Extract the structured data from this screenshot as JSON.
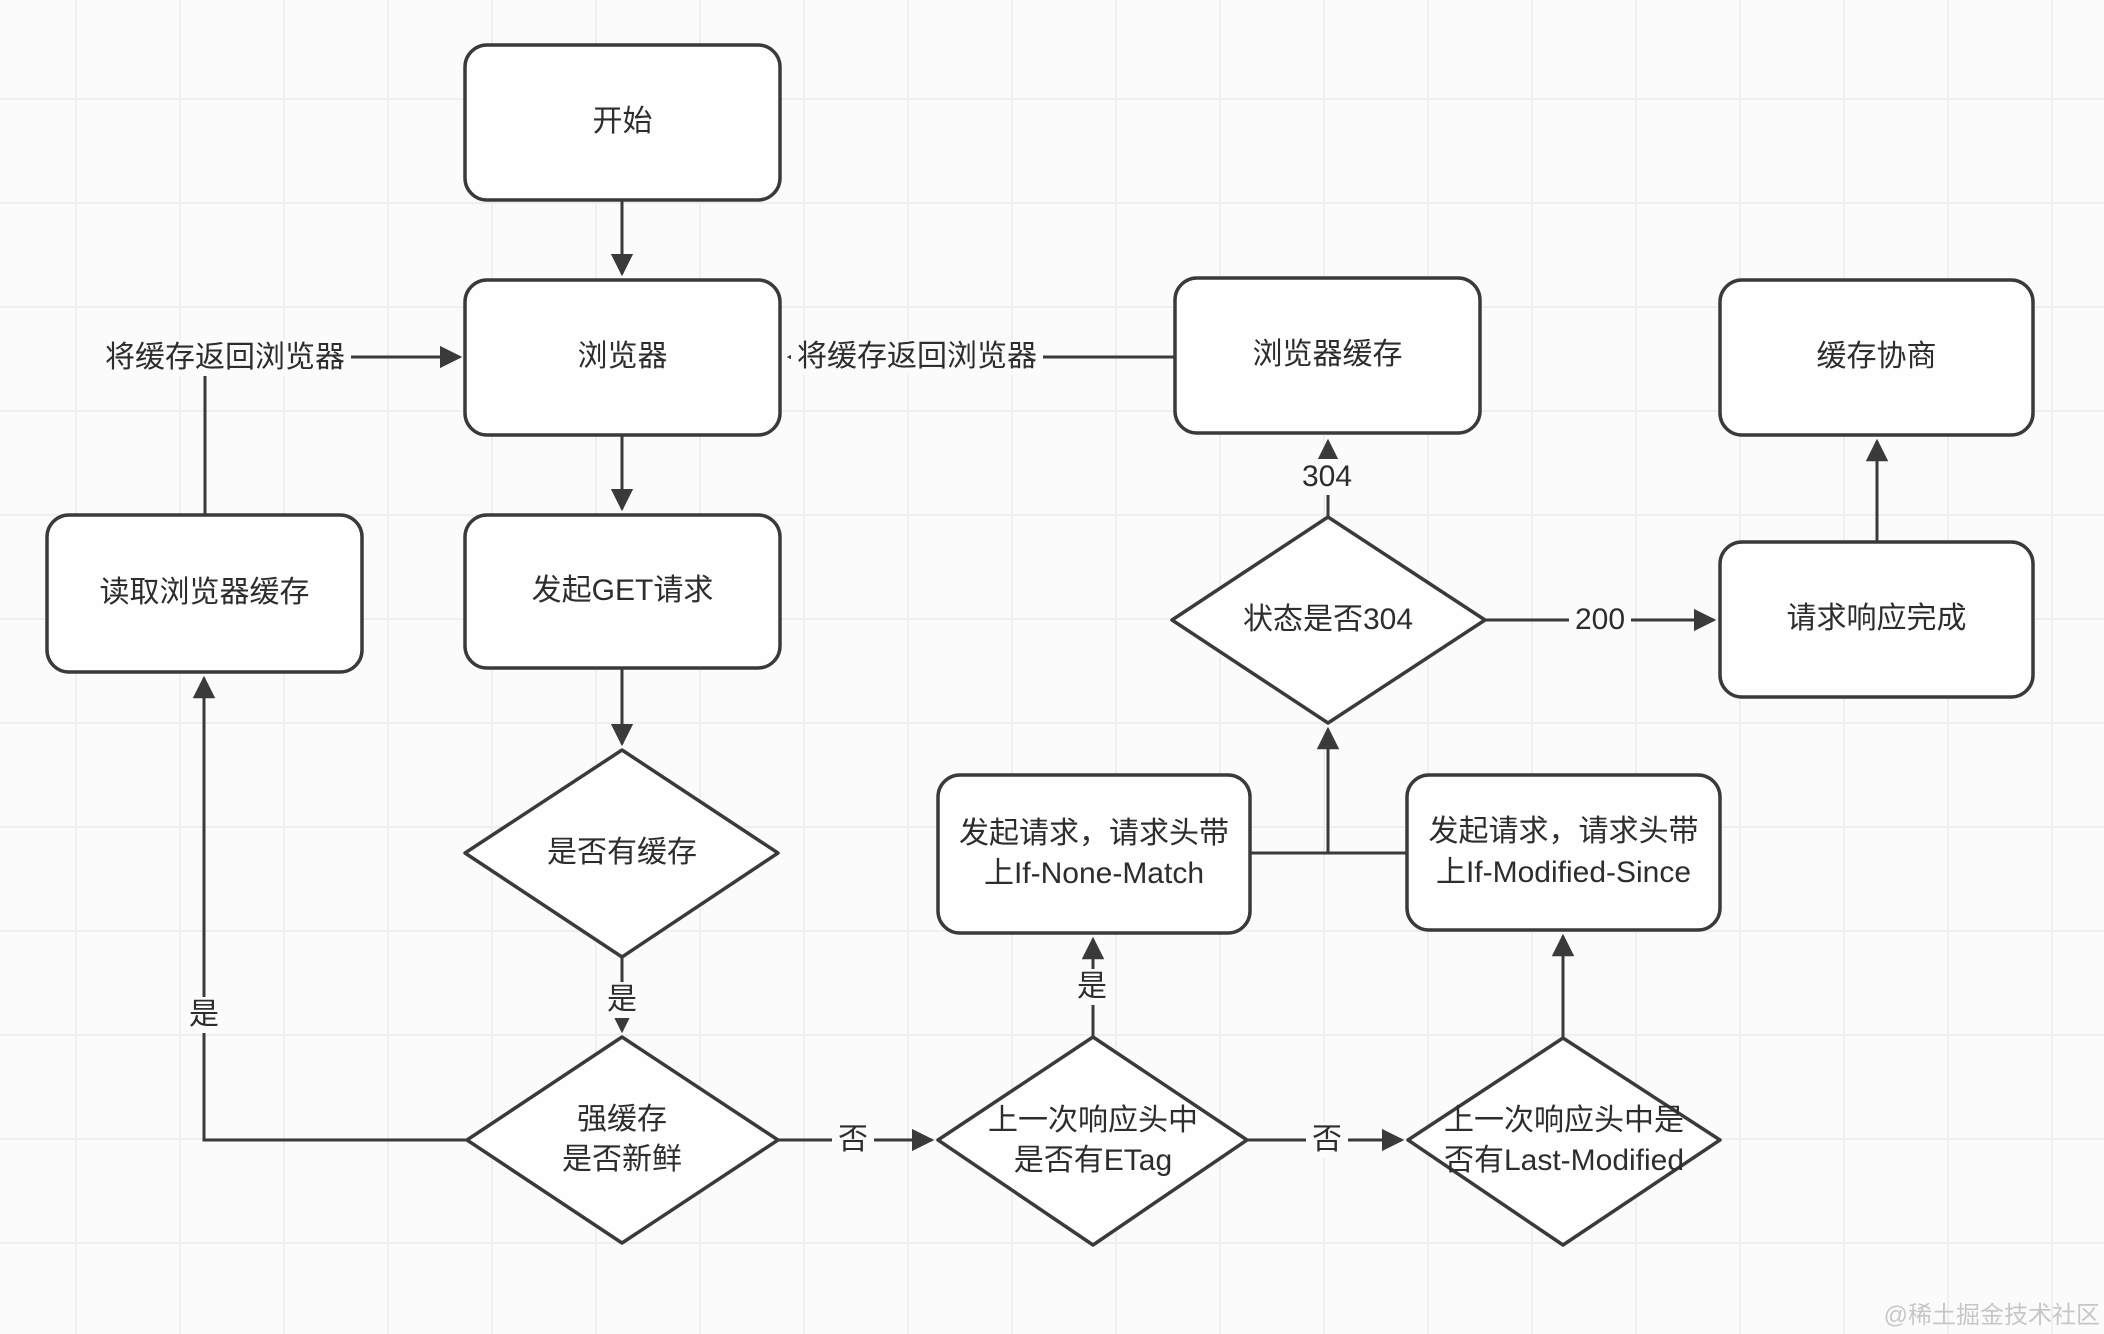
{
  "canvas": {
    "background": "#fbfbfb",
    "grid_color": "#efefef",
    "stroke_color": "#3a3a3a",
    "text_color": "#2d2d2d"
  },
  "nodes": {
    "start": {
      "label": "开始"
    },
    "browser": {
      "label": "浏览器"
    },
    "get_request": {
      "label": "发起GET请求"
    },
    "has_cache": {
      "label": "是否有缓存"
    },
    "read_cache": {
      "label": "读取浏览器缓存"
    },
    "strong_cache": {
      "label": "强缓存\n是否新鲜"
    },
    "browser_cache": {
      "label": "浏览器缓存"
    },
    "status_304": {
      "label": "状态是否304"
    },
    "if_none_match": {
      "label": "发起请求，请求头带\n上If-None-Match"
    },
    "if_modified_since": {
      "label": "发起请求，请求头带\n上If-Modified-Since"
    },
    "etag": {
      "label": "上一次响应头中\n是否有ETag"
    },
    "last_modified": {
      "label": "上一次响应头中是\n否有Last-Modified"
    },
    "negotiation": {
      "label": "缓存协商"
    },
    "complete": {
      "label": "请求响应完成"
    }
  },
  "edges": {
    "return_cache_left": "将缓存返回浏览器",
    "return_cache_right": "将缓存返回浏览器",
    "yes_left": "是",
    "yes_mid": "是",
    "yes_etag": "是",
    "no_strong": "否",
    "no_etag": "否",
    "code_304": "304",
    "code_200": "200"
  },
  "watermark": "@稀土掘金技术社区"
}
